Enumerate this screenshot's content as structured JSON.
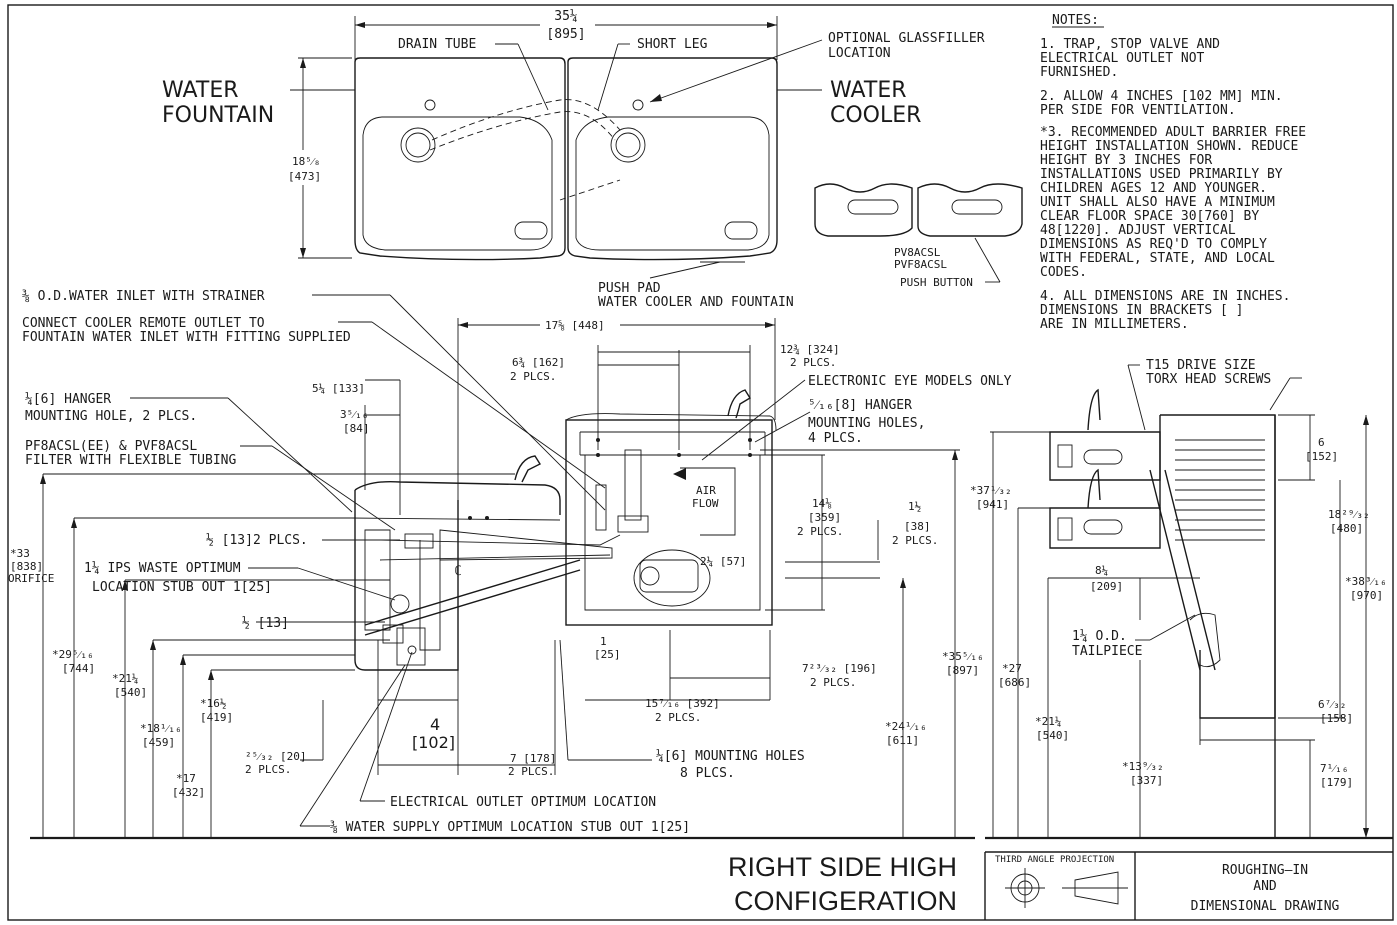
{
  "sheet": {
    "config_title_line1": "RIGHT SIDE HIGH",
    "config_title_line2": "CONFIGERATION",
    "projection_label": "THIRD ANGLE PROJECTION",
    "drawing_title_line1": "ROUGHING—IN",
    "drawing_title_line2": "AND",
    "drawing_title_line3": "DIMENSIONAL DRAWING"
  },
  "notes": {
    "header": "NOTES:",
    "lines": [
      "1.  TRAP, STOP VALVE AND",
      "     ELECTRICAL OUTLET NOT",
      "     FURNISHED.",
      "2.  ALLOW 4 INCHES [102 MM] MIN.",
      "     PER SIDE FOR VENTILATION.",
      "*3. RECOMMENDED ADULT BARRIER FREE",
      "     HEIGHT INSTALLATION SHOWN. REDUCE",
      "     HEIGHT BY 3 INCHES FOR",
      "     INSTALLATIONS USED PRIMARILY BY",
      "     CHILDREN AGES 12 AND YOUNGER.",
      "     UNIT SHALL ALSO HAVE A MINIMUM",
      "     CLEAR FLOOR SPACE 30[760] BY",
      "     48[1220]. ADJUST VERTICAL",
      "     DIMENSIONS AS REQ'D TO COMPLY",
      "     WITH FEDERAL, STATE, AND LOCAL",
      "     CODES.",
      "4.  ALL DIMENSIONS ARE IN INCHES.",
      "     DIMENSIONS IN BRACKETS [ ]",
      "     ARE IN MILLIMETERS."
    ]
  },
  "top_view": {
    "width_dim": "35¼",
    "width_mm": "[895]",
    "drain_tube": "DRAIN TUBE",
    "short_leg": "SHORT LEG",
    "glassfiller_1": "OPTIONAL GLASSFILLER",
    "glassfiller_2": "LOCATION",
    "water_fountain_1": "WATER",
    "water_fountain_2": "FOUNTAIN",
    "water_cooler_1": "WATER",
    "water_cooler_2": "COOLER",
    "height_dim": "18⁵⁄₈",
    "height_mm": "[473]",
    "push_pad_1": "PUSH PAD",
    "push_pad_2": "WATER COOLER AND FOUNTAIN",
    "models_1": "PV8ACSL",
    "models_2": "PVF8ACSL",
    "push_button": "PUSH BUTTON"
  },
  "front_view": {
    "callouts": [
      "⅜ O.D.WATER INLET WITH STRAINER",
      "CONNECT COOLER REMOTE OUTLET TO",
      "FOUNTAIN WATER INLET WITH FITTING SUPPLIED",
      "¼[6] HANGER",
      "MOUNTING HOLE, 2 PLCS.",
      "PF8ACSL(EE) & PVF8ACSL",
      "FILTER WITH FLEXIBLE TUBING",
      "½ [13]2 PLCS.",
      "1¼ IPS WASTE OPTIMUM",
      "LOCATION STUB OUT 1[25]",
      "½ [13]",
      "ELECTRONIC EYE MODELS ONLY",
      "⁵⁄₁₆[8] HANGER",
      "MOUNTING HOLES,",
      "4 PLCS.",
      "AIR",
      "FLOW",
      "¼[6] MOUNTING HOLES",
      "8 PLCS.",
      "ELECTRICAL OUTLET OPTIMUM LOCATION",
      "⅜ WATER SUPPLY OPTIMUM LOCATION STUB OUT 1[25]"
    ],
    "dims": [
      "17⅝ [448]",
      "12¾ [324]",
      "2 PLCS.",
      "6¾ [162]",
      "2 PLCS.",
      "5¼ [133]",
      "3⁵⁄₁₆",
      "[84]",
      "14⅛",
      "[359]",
      "2 PLCS.",
      "1½",
      "[38]",
      "2 PLCS.",
      "2¼ [57]",
      "*33",
      "[838]",
      "ORIFICE",
      "*29⁵⁄₁₆",
      "[744]",
      "*21¼",
      "[540]",
      "*18¹⁄₁₆",
      "[459]",
      "*17",
      "[432]",
      "*16½",
      "[419]",
      "1",
      "[25]",
      "4",
      "[102]",
      "²⁵⁄₃₂ [20]",
      "2 PLCS.",
      "7 [178]",
      "2 PLCS.",
      "15⁷⁄₁₆ [392]",
      "2 PLCS.",
      "7²³⁄₃₂ [196]",
      "2 PLCS.",
      "*24¹⁄₁₆",
      "[611]",
      "*35⁵⁄₁₆",
      "[897]"
    ]
  },
  "side_view": {
    "screws_1": "T15 DRIVE SIZE",
    "screws_2": "TORX HEAD SCREWS",
    "tailpiece_1": "1¼ O.D.",
    "tailpiece_2": "TAILPIECE",
    "dims": [
      "*37¹⁄₃₂",
      "[941]",
      "6",
      "[152]",
      "18²⁹⁄₃₂",
      "[480]",
      "8¼",
      "[209]",
      "*38³⁄₁₆",
      "[970]",
      "*27",
      "[686]",
      "*21¼",
      "[540]",
      "6⁷⁄₃₂",
      "[158]",
      "*13⁹⁄₃₂",
      "[337]",
      "7¹⁄₁₆",
      "[179]"
    ]
  }
}
